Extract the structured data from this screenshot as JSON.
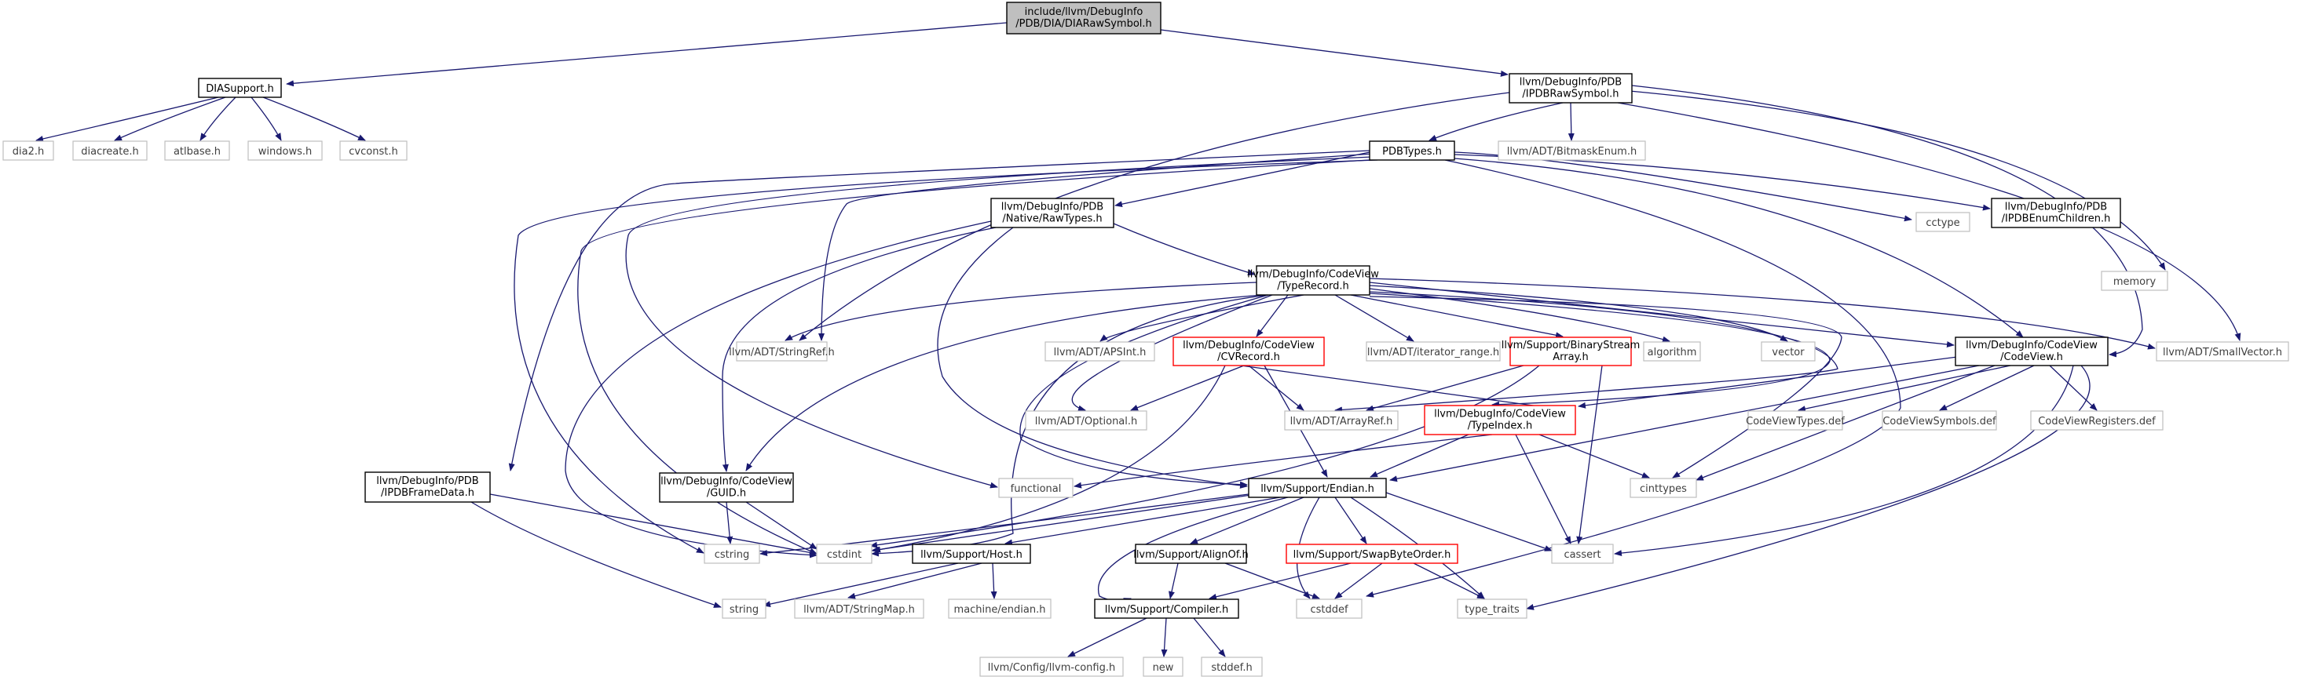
{
  "colors": {
    "edge": "#191970",
    "node_border_file": "#000000",
    "node_border_ext": "#bfbfbf",
    "node_border_incomplete": "#ff0000",
    "root_fill": "#bfbfbf",
    "text_ext": "#3f3f3f",
    "text": "#000000"
  },
  "nodes": {
    "root": [
      "include/llvm/DebugInfo",
      "/PDB/DIA/DIARawSymbol.h"
    ],
    "diasupport": [
      "DIASupport.h"
    ],
    "ipdbrawsymbol": [
      "llvm/DebugInfo/PDB",
      "/IPDBRawSymbol.h"
    ],
    "dia2": [
      "dia2.h"
    ],
    "diacreate": [
      "diacreate.h"
    ],
    "atlbase": [
      "atlbase.h"
    ],
    "windows": [
      "windows.h"
    ],
    "cvconst": [
      "cvconst.h"
    ],
    "pdbtypes": [
      "PDBTypes.h"
    ],
    "bitmaskenum": [
      "llvm/ADT/BitmaskEnum.h"
    ],
    "nativerawtypes": [
      "llvm/DebugInfo/PDB",
      "/Native/RawTypes.h"
    ],
    "cctype": [
      "cctype"
    ],
    "ipdbenumchildren": [
      "llvm/DebugInfo/PDB",
      "/IPDBEnumChildren.h"
    ],
    "memory": [
      "memory"
    ],
    "typerecord": [
      "llvm/DebugInfo/CodeView",
      "/TypeRecord.h"
    ],
    "stringref": [
      "llvm/ADT/StringRef.h"
    ],
    "apsint": [
      "llvm/ADT/APSInt.h"
    ],
    "cvrecord": [
      "llvm/DebugInfo/CodeView",
      "/CVRecord.h"
    ],
    "iteratorrange": [
      "llvm/ADT/iterator_range.h"
    ],
    "binarystreamarray": [
      "llvm/Support/BinaryStream",
      "Array.h"
    ],
    "algorithm": [
      "algorithm"
    ],
    "vector": [
      "vector"
    ],
    "codeview": [
      "llvm/DebugInfo/CodeView",
      "/CodeView.h"
    ],
    "smallvector": [
      "llvm/ADT/SmallVector.h"
    ],
    "optional": [
      "llvm/ADT/Optional.h"
    ],
    "arrayref": [
      "llvm/ADT/ArrayRef.h"
    ],
    "typeindex": [
      "llvm/DebugInfo/CodeView",
      "/TypeIndex.h"
    ],
    "codeviewtypes": [
      "CodeViewTypes.def"
    ],
    "codeviewsymbols": [
      "CodeViewSymbols.def"
    ],
    "codeviewregisters": [
      "CodeViewRegisters.def"
    ],
    "ipdbframedata": [
      "llvm/DebugInfo/PDB",
      "/IPDBFrameData.h"
    ],
    "guid": [
      "llvm/DebugInfo/CodeView",
      "/GUID.h"
    ],
    "functional": [
      "functional"
    ],
    "endian": [
      "llvm/Support/Endian.h"
    ],
    "cinttypes": [
      "cinttypes"
    ],
    "cstring": [
      "cstring"
    ],
    "cstdint": [
      "cstdint"
    ],
    "host": [
      "llvm/Support/Host.h"
    ],
    "alignof": [
      "llvm/Support/AlignOf.h"
    ],
    "swapbyteorder": [
      "llvm/Support/SwapByteOrder.h"
    ],
    "cassert": [
      "cassert"
    ],
    "string": [
      "string"
    ],
    "stringmap": [
      "llvm/ADT/StringMap.h"
    ],
    "machineendian": [
      "machine/endian.h"
    ],
    "compiler": [
      "llvm/Support/Compiler.h"
    ],
    "cstddef": [
      "cstddef"
    ],
    "typetraits": [
      "type_traits"
    ],
    "llvmconfig": [
      "llvm/Config/llvm-config.h"
    ],
    "new": [
      "new"
    ],
    "stddef": [
      "stddef.h"
    ]
  }
}
